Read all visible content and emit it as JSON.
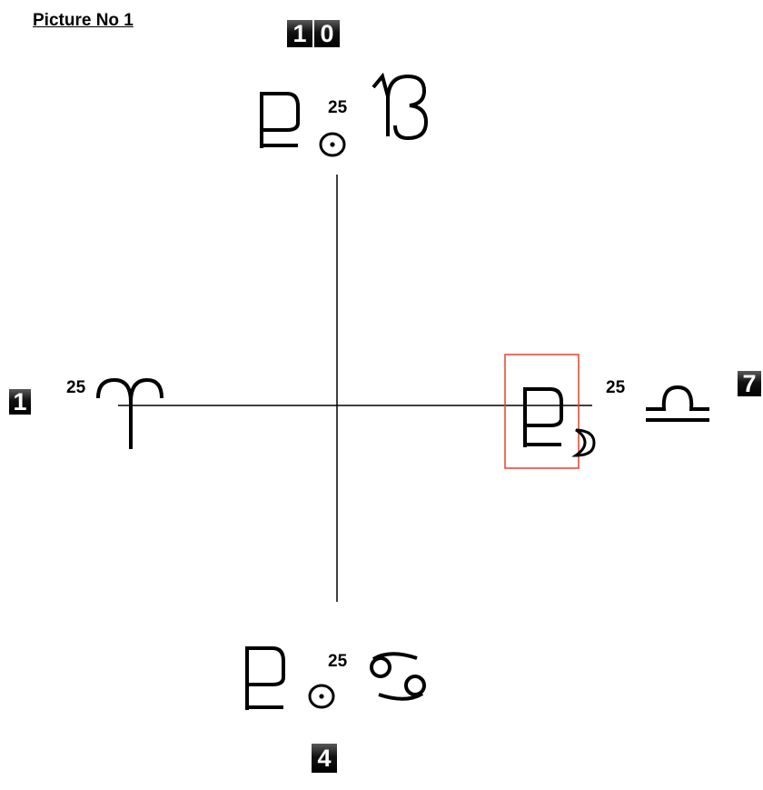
{
  "title": "Picture No 1",
  "houses": {
    "h1": "1",
    "h4": "4",
    "h7": "7",
    "h10": [
      "1",
      "0"
    ]
  },
  "degrees": {
    "h1": "25",
    "h4": "25",
    "h7": "25",
    "h10": "25"
  },
  "signs": {
    "h1": "aries-icon",
    "h4": "cancer-icon",
    "h7": "libra-icon",
    "h10": "capricorn-icon"
  },
  "planets": {
    "h4": [
      "pluto-icon",
      "sun-icon"
    ],
    "h7": [
      "pluto-icon",
      "moon-icon"
    ],
    "h10": [
      "pluto-icon",
      "sun-icon"
    ]
  },
  "colors": {
    "highlight": "#e8402a",
    "line": "#000000",
    "badge": "#111111"
  }
}
